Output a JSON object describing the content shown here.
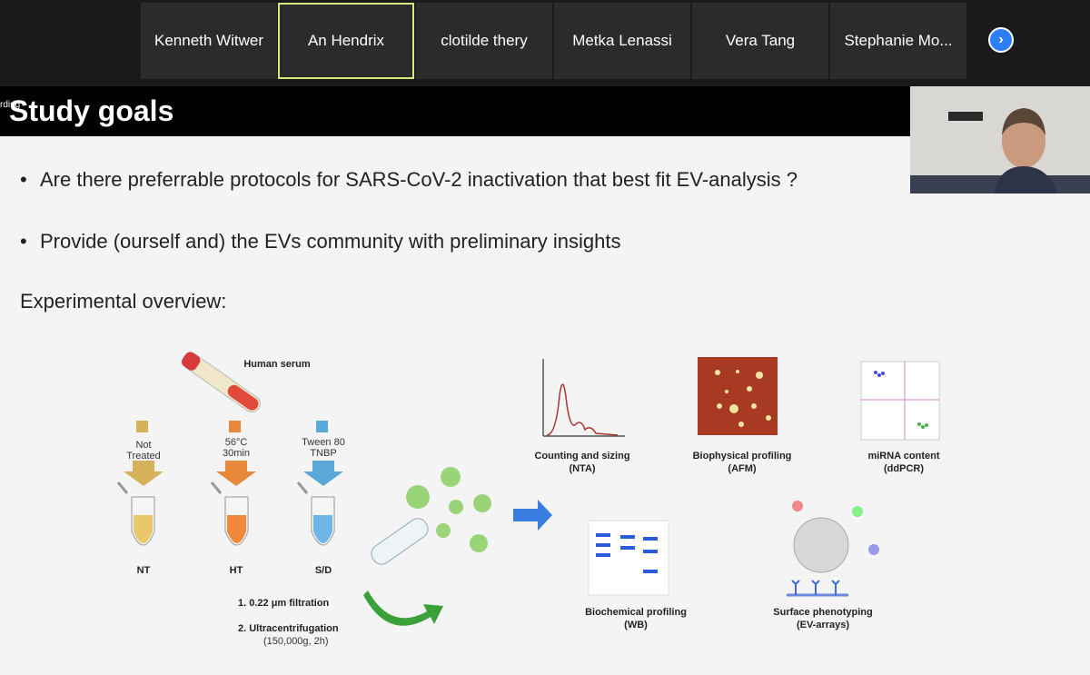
{
  "participants": [
    {
      "name": "Kenneth Witwer",
      "active": false
    },
    {
      "name": "An Hendrix",
      "active": true
    },
    {
      "name": "clotilde thery",
      "active": false
    },
    {
      "name": "Metka Lenassi",
      "active": false
    },
    {
      "name": "Vera Tang",
      "active": false
    },
    {
      "name": "Stephanie Mo...",
      "active": false
    }
  ],
  "recording_label": "rding",
  "slide": {
    "title": "Study goals",
    "bullets": [
      "Are there preferrable protocols for SARS-CoV-2 inactivation that best fit EV-analysis ?",
      "Provide (ourself and) the EVs community with preliminary insights"
    ],
    "overview_label": "Experimental overview:",
    "human_serum": "Human serum",
    "treatments": [
      {
        "cond1": "Not",
        "cond2": "Treated",
        "code": "NT",
        "color": "#d6b35a"
      },
      {
        "cond1": "56°C",
        "cond2": "30min",
        "code": "HT",
        "color": "#e8883a"
      },
      {
        "cond1": "Tween 80",
        "cond2": "TNBP",
        "code": "S/D",
        "color": "#5aa8d8"
      }
    ],
    "steps": {
      "step1": "1. 0.22 μm filtration",
      "step2": "2. Ultracentrifugation",
      "step2_detail": "(150,000g, 2h)"
    },
    "analyses": {
      "nta_1": "Counting and sizing",
      "nta_2": "(NTA)",
      "afm_1": "Biophysical profiling",
      "afm_2": "(AFM)",
      "ddpcr_1": "miRNA content",
      "ddpcr_2": "(ddPCR)",
      "wb_1": "Biochemical profiling",
      "wb_2": "(WB)",
      "arr_1": "Surface phenotyping",
      "arr_2": "(EV-arrays)"
    }
  },
  "colors": {
    "accent": "#2d7ff9",
    "active_border": "#d9e87a",
    "afm_bg": "#a83a24",
    "ev_green": "#8fd16a",
    "arrow_blue": "#3a7be0"
  }
}
